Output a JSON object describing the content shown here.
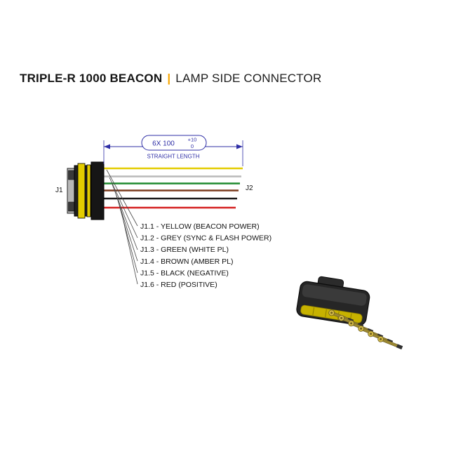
{
  "title": {
    "product": "TRIPLE-R 1000 BEACON",
    "separator": "|",
    "subtitle": "LAMP SIDE CONNECTOR",
    "separator_hex": "#f7a600"
  },
  "diagram": {
    "connector_left_label": "J1",
    "connector_right_label": "J2",
    "dimension": {
      "value": "6X 100",
      "tolerance_upper": "+10",
      "tolerance_lower": "0",
      "caption": "STRAIGHT LENGTH",
      "hex": "#2e2ea6"
    },
    "wires": [
      {
        "id": "J1.1",
        "color_name": "YELLOW",
        "function": "BEACON POWER",
        "label": "J1.1 - YELLOW (BEACON POWER)",
        "hex": "#e3cc00"
      },
      {
        "id": "J1.2",
        "color_name": "GREY",
        "function": "SYNC & FLASH POWER",
        "label": "J1.2 - GREY (SYNC & FLASH POWER)",
        "hex": "#b9b9b9"
      },
      {
        "id": "J1.3",
        "color_name": "GREEN",
        "function": "WHITE PL",
        "label": "J1.3 - GREEN (WHITE PL)",
        "hex": "#1e8a2e"
      },
      {
        "id": "J1.4",
        "color_name": "BROWN",
        "function": "AMBER PL",
        "label": "J1.4 - BROWN (AMBER PL)",
        "hex": "#7a3b1e"
      },
      {
        "id": "J1.5",
        "color_name": "BLACK",
        "function": "NEGATIVE",
        "label": "J1.5 - BLACK (NEGATIVE)",
        "hex": "#1a1a1a"
      },
      {
        "id": "J1.6",
        "color_name": "RED",
        "function": "POSITIVE",
        "label": "J1.6 - RED (POSITIVE)",
        "hex": "#d42020"
      }
    ]
  },
  "photo": {
    "body_hex": "#262626",
    "seal_hex": "#c7b200",
    "pin_hex": "#d3ba45"
  }
}
